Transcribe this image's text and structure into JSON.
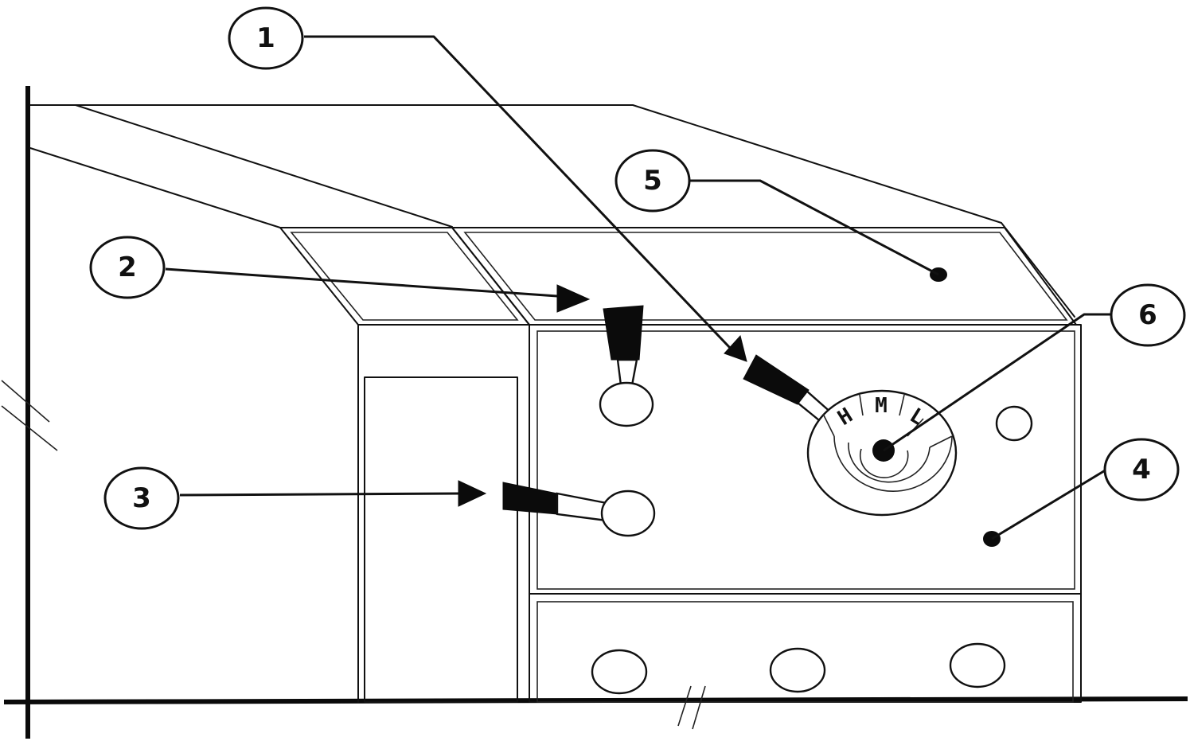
{
  "callouts": [
    {
      "id": "callout-1",
      "label": "1"
    },
    {
      "id": "callout-2",
      "label": "2"
    },
    {
      "id": "callout-3",
      "label": "3"
    },
    {
      "id": "callout-4",
      "label": "4"
    },
    {
      "id": "callout-5",
      "label": "5"
    },
    {
      "id": "callout-6",
      "label": "6"
    }
  ],
  "speed_selector": {
    "positions": [
      "H",
      "M",
      "L"
    ]
  }
}
